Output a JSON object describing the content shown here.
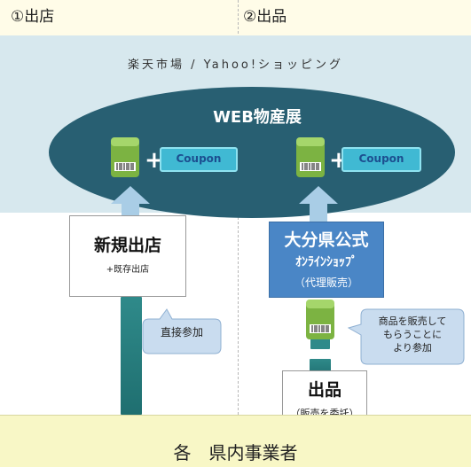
{
  "steps": {
    "step1": "①出店",
    "step2": "②出品"
  },
  "platform": {
    "title": "楽天市場 / Yahoo!ショッピング"
  },
  "event": {
    "title": "WEB物産展"
  },
  "product": {
    "plus": "+",
    "coupon": "Coupon"
  },
  "new_store": {
    "title": "新規出店",
    "subtitle": "+既存出店"
  },
  "oita_shop": {
    "line1": "大分県公式",
    "line2": "ｵﾝﾗｲﾝｼｮｯﾌﾟ",
    "line3": "（代理販売）"
  },
  "callouts": {
    "direct": "直接参加",
    "consign": "商品を販売して\nもらうことに\nより参加"
  },
  "consignment": {
    "title": "出品",
    "subtitle": "（販売を委託）"
  },
  "bottom": {
    "label": "各　県内事業者"
  },
  "colors": {
    "ellipse": "#285f72",
    "platform_bg": "#d7e8ee",
    "oita_box": "#4a86c6",
    "callout": "#c9dcef",
    "bottom_bg": "#f8f7c6",
    "product_icon": "#8bc34a",
    "coupon": "#40b9d3"
  }
}
